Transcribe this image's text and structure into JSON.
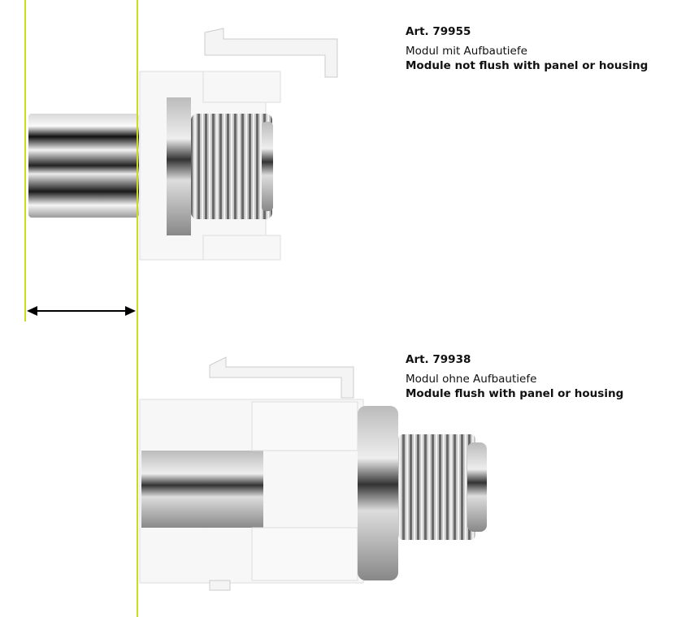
{
  "colors": {
    "guide_line": "#c9de1a",
    "housing": "#f7f7f7",
    "chrome_dark": "#1a1a1a",
    "chrome_light": "#e8e8e8"
  },
  "modules": [
    {
      "article": "Art. 79955",
      "name_de": "Modul mit Aufbautiefe",
      "name_en": "Module not flush with panel or housing"
    },
    {
      "article": "Art. 79938",
      "name_de": "Modul ohne Aufbautiefe",
      "name_en": "Module flush with panel or housing"
    }
  ]
}
